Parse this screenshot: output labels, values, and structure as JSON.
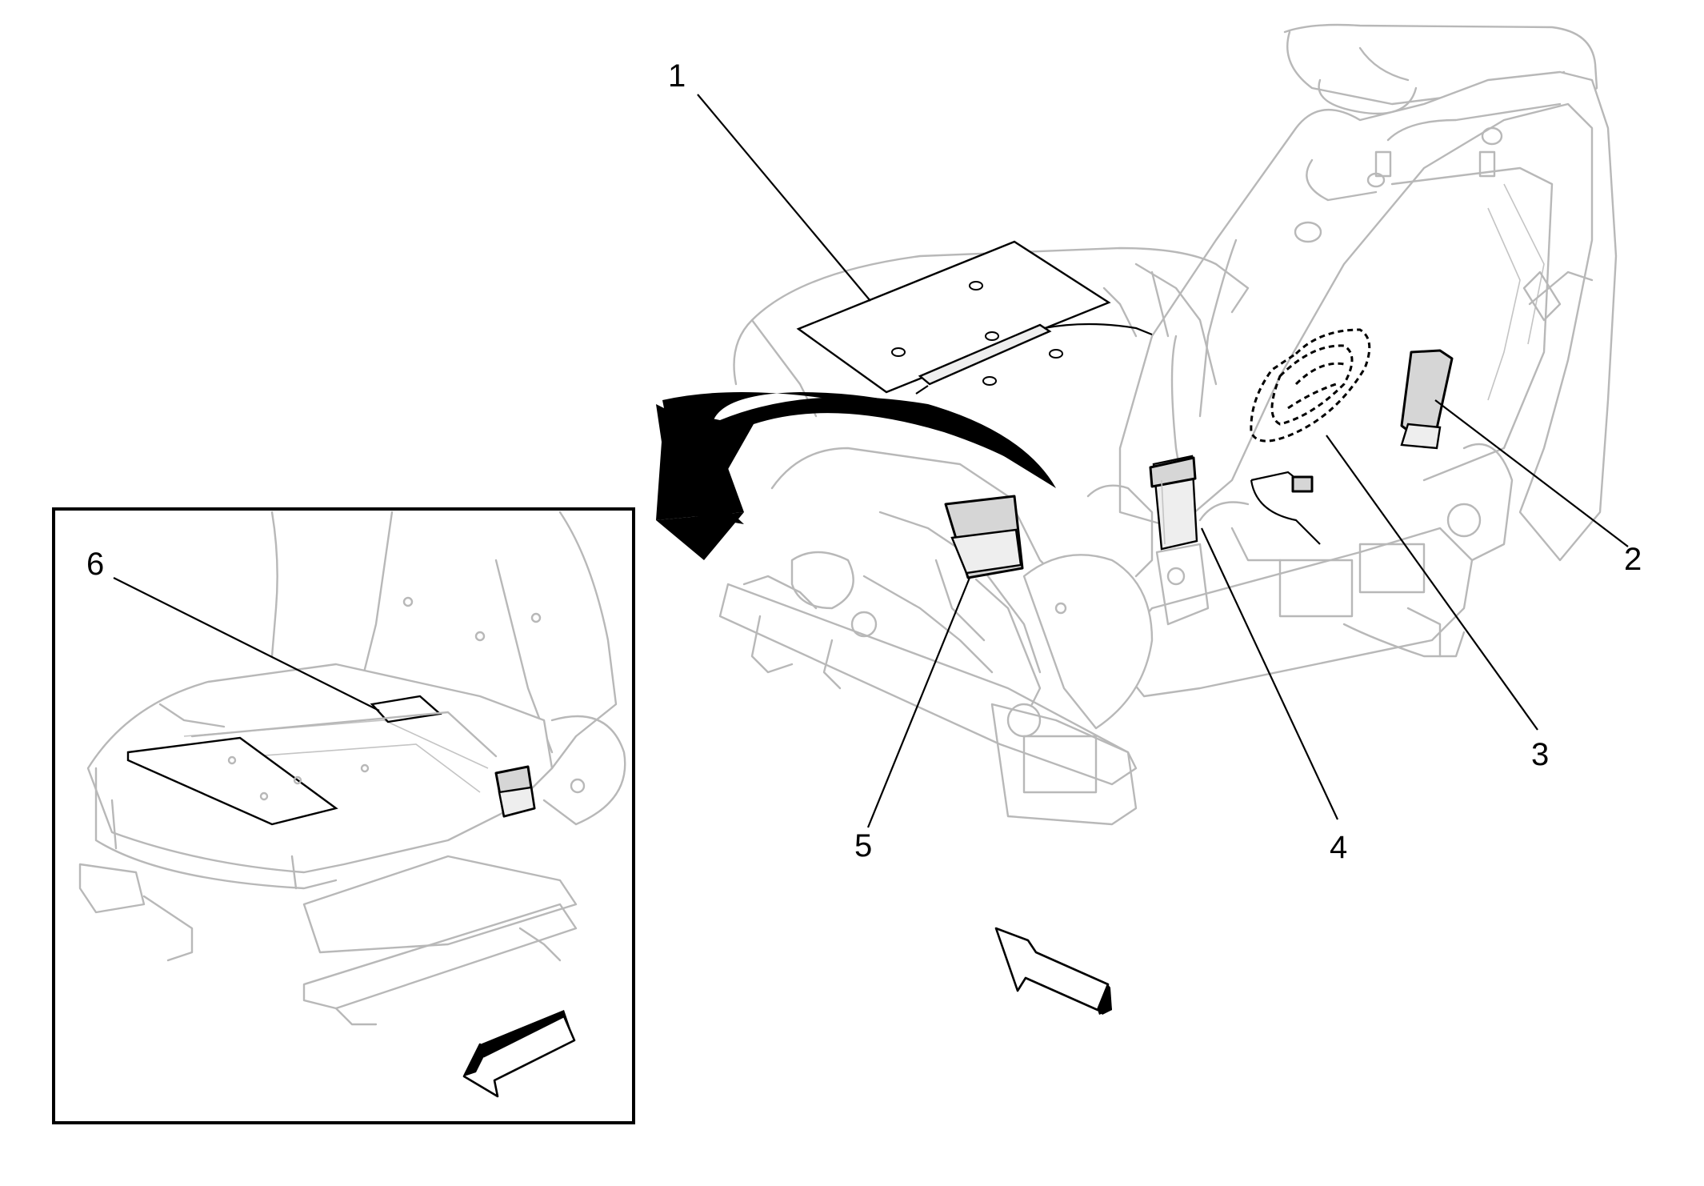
{
  "figure": {
    "callouts": [
      {
        "id": "callout-1",
        "text": "1"
      },
      {
        "id": "callout-2",
        "text": "2"
      },
      {
        "id": "callout-3",
        "text": "3"
      },
      {
        "id": "callout-4",
        "text": "4"
      },
      {
        "id": "callout-5",
        "text": "5"
      },
      {
        "id": "callout-6",
        "text": "6"
      }
    ],
    "icons": {
      "rotate_arrow": "curved-rotation-arrow-icon",
      "front_arrow_main": "vehicle-front-direction-arrow-icon",
      "front_arrow_inset": "vehicle-front-direction-arrow-icon"
    },
    "colors": {
      "seat_outline": "#b8b8b8",
      "component": "#000000",
      "background": "#ffffff"
    }
  }
}
